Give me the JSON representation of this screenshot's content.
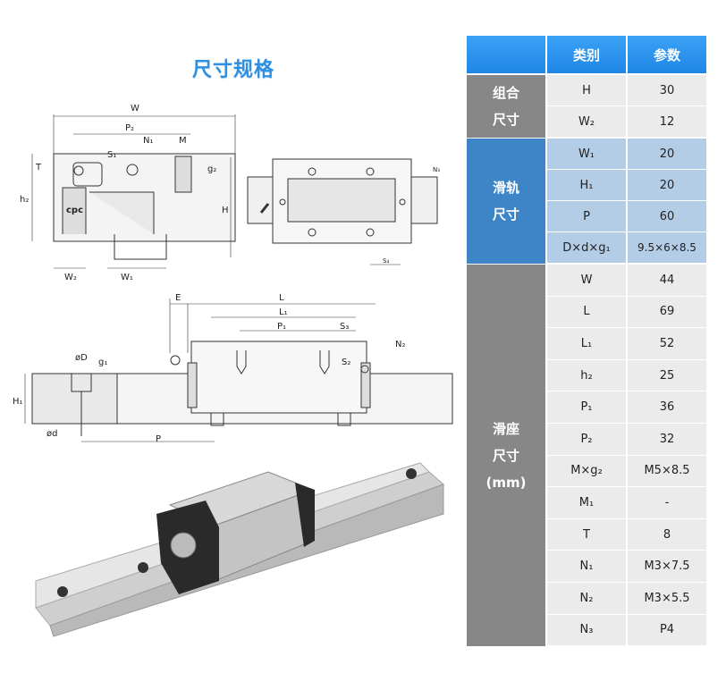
{
  "title": "尺寸规格",
  "table": {
    "headers": [
      "",
      "类别",
      "参数"
    ],
    "groups": [
      {
        "name_lines": [
          "组合",
          "尺寸"
        ],
        "color": "#878787",
        "rows": [
          {
            "key": "H",
            "value": "30"
          },
          {
            "key": "W₂",
            "value": "12"
          }
        ]
      },
      {
        "name_lines": [
          "滑轨",
          "尺寸"
        ],
        "color": "#3d85c6",
        "rows": [
          {
            "key": "W₁",
            "value": "20"
          },
          {
            "key": "H₁",
            "value": "20"
          },
          {
            "key": "P",
            "value": "60"
          },
          {
            "key": "D×d×g₁",
            "value": "9.5×6×8.5"
          }
        ]
      },
      {
        "name_lines": [
          "滑座",
          "尺寸",
          "(mm)"
        ],
        "color": "#878787",
        "rows": [
          {
            "key": "W",
            "value": "44"
          },
          {
            "key": "L",
            "value": "69"
          },
          {
            "key": "L₁",
            "value": "52"
          },
          {
            "key": "h₂",
            "value": "25"
          },
          {
            "key": "P₁",
            "value": "36"
          },
          {
            "key": "P₂",
            "value": "32"
          },
          {
            "key": "M×g₂",
            "value": "M5×8.5"
          },
          {
            "key": "M₁",
            "value": "-"
          },
          {
            "key": "T",
            "value": "8"
          },
          {
            "key": "N₁",
            "value": "M3×7.5"
          },
          {
            "key": "N₂",
            "value": "M3×5.5"
          },
          {
            "key": "N₃",
            "value": "P4"
          }
        ]
      }
    ]
  },
  "drawing_labels": {
    "W": "W",
    "P2": "P₂",
    "N1": "N₁",
    "M": "M",
    "S1": "S₁",
    "T": "T",
    "g2": "g₂",
    "h2": "h₂",
    "H": "H",
    "W2": "W₂",
    "W1": "W₁",
    "logo": "cpc",
    "N3": "N₃",
    "S4": "S₄",
    "E": "E",
    "L": "L",
    "L1": "L₁",
    "P1": "P₁",
    "S3": "S₃",
    "N2": "N₂",
    "S2": "S₂",
    "D": "øD",
    "g1": "g₁",
    "H1": "H₁",
    "d": "ød",
    "P": "P"
  }
}
